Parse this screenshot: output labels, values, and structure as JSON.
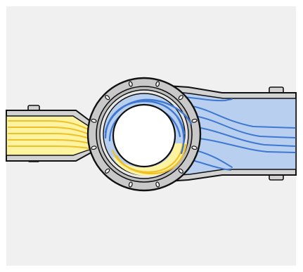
{
  "diagram": {
    "colors": {
      "page_background": "#ffffff",
      "panel_background": "#f0f0f0",
      "outline": "#111111",
      "casing_gray": "#d2d2d2",
      "casing_ring": "#bdbdbd",
      "yellow_fill": "#fdf3a0",
      "yellow_stream": "#f0c028",
      "blue_fill": "#b8cff0",
      "blue_stream": "#3f78d0",
      "core_white": "#ffffff"
    },
    "parts": [
      {
        "name": "left-inlet-pipe",
        "fill": "yellow",
        "label": ""
      },
      {
        "name": "central-rotor-casing",
        "fill": "gray",
        "label": ""
      },
      {
        "name": "right-outlet-pipe",
        "fill": "blue",
        "label": ""
      }
    ],
    "streamlines": {
      "yellow_count": 5,
      "blue_count": 7
    },
    "casing_bolts": 12
  }
}
